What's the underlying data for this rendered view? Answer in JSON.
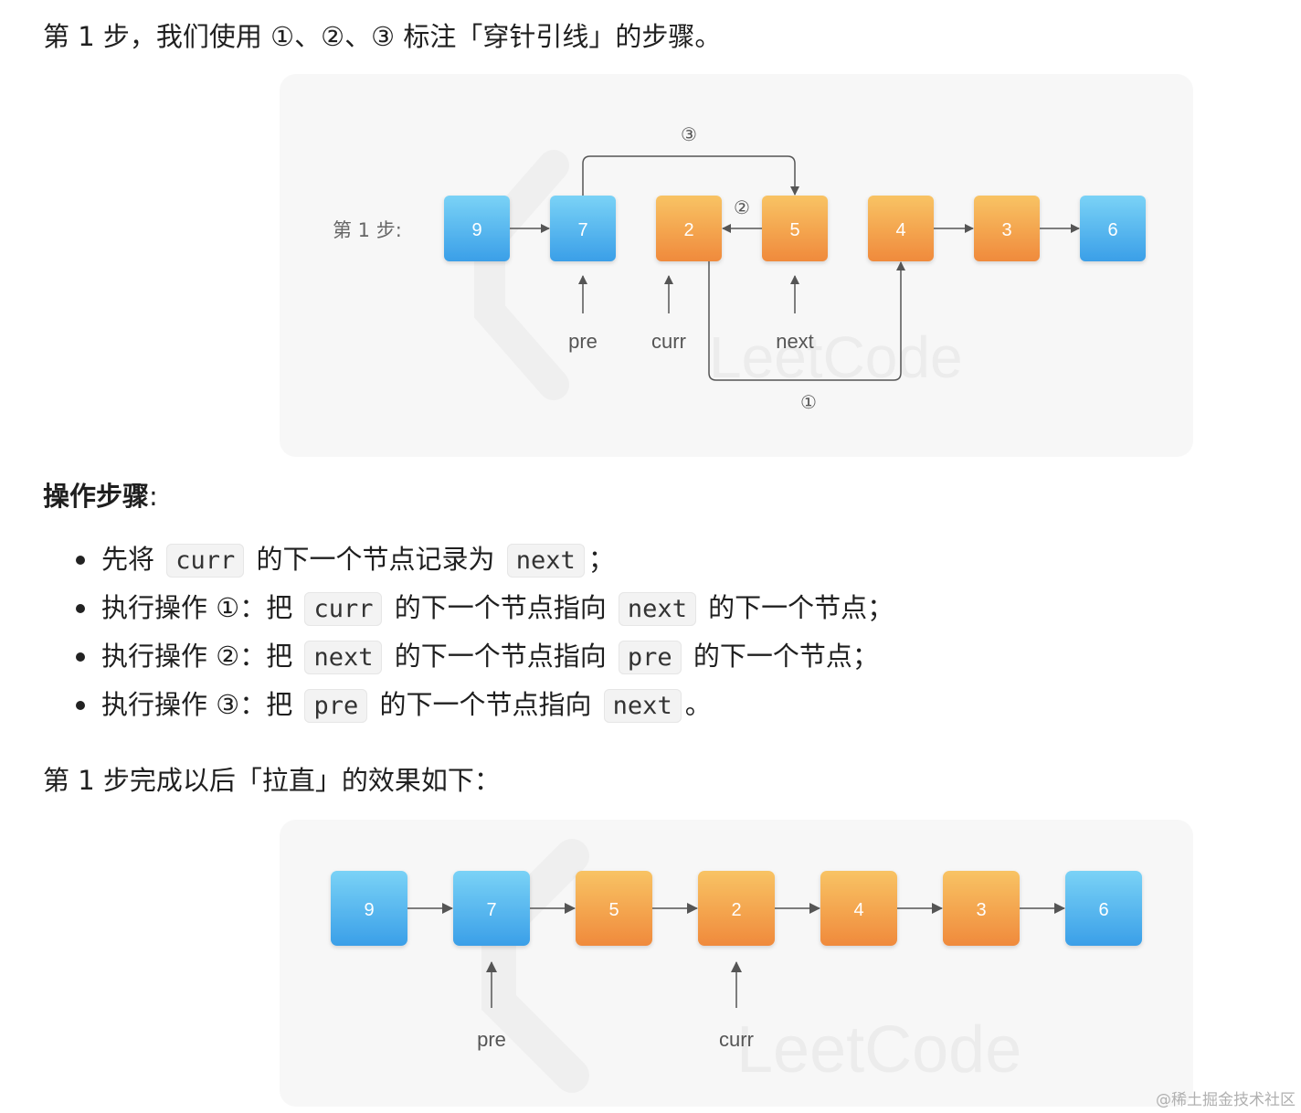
{
  "intro": {
    "prefix": "第 1 步，我们使用 ",
    "markers": [
      "①",
      "②",
      "③"
    ],
    "sep": "、",
    "suffix": " 标注「穿针引线」的步骤。"
  },
  "diagram1": {
    "step_label": "第 1 步:",
    "nodes": [
      "9",
      "7",
      "2",
      "5",
      "4",
      "3",
      "6"
    ],
    "pointers": [
      "pre",
      "curr",
      "next"
    ],
    "op_labels": [
      "③",
      "②",
      "①"
    ]
  },
  "operations": {
    "heading": "操作步骤",
    "colon": ":",
    "items": [
      {
        "pre": "先将",
        "code1": "curr",
        "mid": "的下一个节点记录为",
        "code2": "next",
        "post": "；"
      },
      {
        "pre": "执行操作 ①：把",
        "code1": "curr",
        "mid": "的下一个节点指向",
        "code2": "next",
        "post": "的下一个节点；"
      },
      {
        "pre": "执行操作 ②：把",
        "code1": "next",
        "mid": "的下一个节点指向",
        "code2": "pre",
        "post": "的下一个节点；"
      },
      {
        "pre": "执行操作 ③：把",
        "code1": "pre",
        "mid": "的下一个节点指向",
        "code2": "next",
        "post": "。"
      }
    ]
  },
  "after": {
    "text": "第 1 步完成以后「拉直」的效果如下："
  },
  "diagram2": {
    "nodes": [
      "9",
      "7",
      "5",
      "2",
      "4",
      "3",
      "6"
    ],
    "pointers": [
      "pre",
      "curr"
    ]
  },
  "watermark": "LeetCode",
  "corner_watermark": "@稀土掘金技术社区",
  "colors": {
    "blue_top": "#7ad2f6",
    "blue_bottom": "#3a9fe8",
    "orange_top": "#f8c364",
    "orange_bottom": "#f08a3c",
    "arrow": "#555555",
    "panel_bg": "#f7f7f7"
  }
}
